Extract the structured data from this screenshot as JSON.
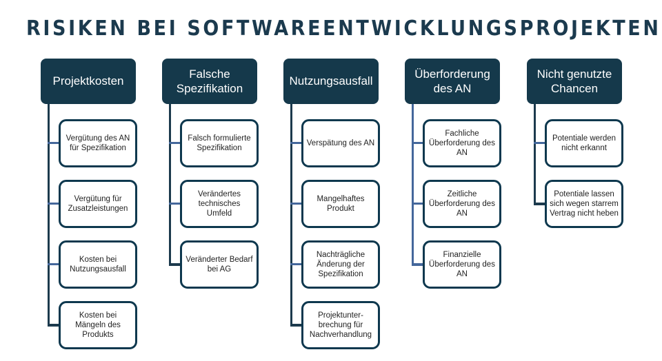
{
  "title": "RISIKEN BEI SOFTWAREENTWICKLUNGSPROJEKTEN",
  "colors": {
    "background": "#ffffff",
    "title_color": "#1b3a4e",
    "header_fill": "#15394b",
    "header_text": "#ffffff",
    "child_border": "#0e384e",
    "child_fill": "#ffffff",
    "child_text": "#1f1f1f",
    "connector_dark": "#1c3a4d",
    "connector_blue": "#44679b"
  },
  "columns": [
    {
      "header": "Projektkosten",
      "children": [
        "Vergütung des AN für Spezifikation",
        "Vergütung für Zusatzleistungen",
        "Kosten bei Nutzungsausfall",
        "Kosten bei Mängeln des Produkts"
      ]
    },
    {
      "header": "Falsche Spezifikation",
      "children": [
        "Falsch formulierte Spezifikation",
        "Verändertes technisches Umfeld",
        "Veränderter Bedarf bei AG"
      ]
    },
    {
      "header": "Nutzungsausfall",
      "children": [
        "Verspätung des AN",
        "Mangelhaftes Produkt",
        "Nachträgliche Änderung der Spezifikation",
        "Projektunter-brechung für Nachverhandlung"
      ]
    },
    {
      "header": "Überforderung des AN",
      "children": [
        "Fachliche Überforderung des AN",
        "Zeitliche Überforderung des AN",
        "Finanzielle Überforderung des AN"
      ]
    },
    {
      "header": "Nicht genutzte Chancen",
      "children": [
        "Potentiale werden nicht erkannt",
        "Potentiale lassen sich wegen starrem Vertrag nicht heben"
      ]
    }
  ]
}
